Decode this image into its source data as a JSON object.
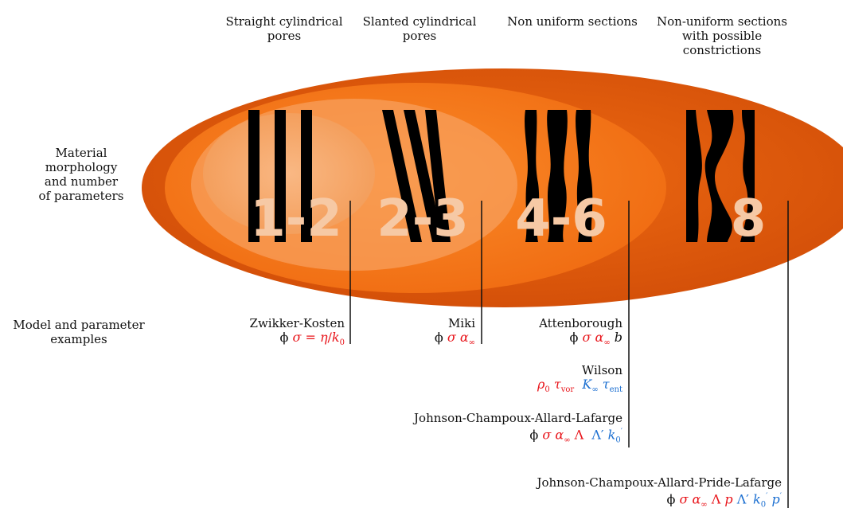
{
  "headers": [
    "Straight cylindrical\npores",
    "Slanted cylindrical\npores",
    "Non uniform sections",
    "Non-uniform sections\nwith possible\nconstrictions"
  ],
  "row_labels": {
    "morphology": "Material\nmorphology\nand number\nof parameters",
    "models": "Model and parameter\nexamples"
  },
  "counts": [
    "1-2",
    "2-3",
    "4-6",
    "8"
  ],
  "models": [
    {
      "name": "Zwikker-Kosten"
    },
    {
      "name": "Miki"
    },
    {
      "name": "Attenborough"
    },
    {
      "name": "Wilson"
    },
    {
      "name": "Johnson-Champoux-Allard-Lafarge"
    },
    {
      "name": "Johnson-Champoux-Allard-Pride-Lafarge"
    }
  ],
  "colors": {
    "outer_ellipse": "#d9550b",
    "inner_ellipse": "#f27a1a",
    "core_ellipse": "#f8b07a",
    "pores": "#000000",
    "number_text": "#f6c9a5",
    "param_red": "#e8141a",
    "param_blue": "#1b6fd1"
  }
}
